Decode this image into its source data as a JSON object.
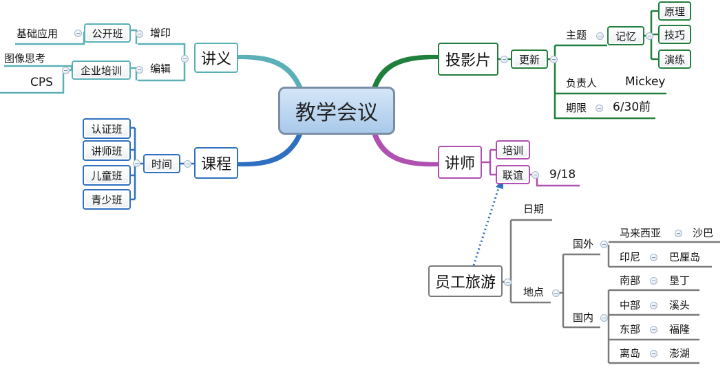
{
  "center": "教学会议",
  "branches": {
    "jiangyi": {
      "label": "讲义",
      "zengyin": {
        "label": "增印",
        "gongkaiban": "公开班",
        "jichu": "基础应用"
      },
      "bianji": {
        "label": "编辑",
        "qiye": "企业培训",
        "tuxiang": "图像思考",
        "cps": "CPS"
      }
    },
    "kecheng": {
      "label": "课程",
      "shijian": "时间",
      "items": [
        "认证班",
        "讲师班",
        "儿童班",
        "青少班"
      ]
    },
    "touyingpian": {
      "label": "投影片",
      "gengxin": "更新",
      "zhuti": "主题",
      "jiyi": "记忆",
      "jiyi_items": [
        "原理",
        "技巧",
        "演练"
      ],
      "fuzeren": "负责人",
      "fuzeren_value": "Mickey",
      "qixian": "期限",
      "qixian_value": "6/30前"
    },
    "jiangshi": {
      "label": "讲师",
      "peixun": "培训",
      "lianyi": "联谊",
      "lianyi_date": "9/18"
    },
    "lvyou": {
      "label": "员工旅游",
      "riqi": "日期",
      "didian": "地点",
      "guowai": "国外",
      "malaixiya": "马来西亚",
      "shaba": "沙巴",
      "yinni": "印尼",
      "balidao": "巴厘岛",
      "guonei": "国内",
      "nanbu": "南部",
      "kending": "垦丁",
      "zhongbu": "中部",
      "xitou": "溪头",
      "dongbu": "东部",
      "fulong": "福隆",
      "lidao": "离岛",
      "penghu": "澎湖"
    }
  },
  "colors": {
    "jiangyi": "#5bb0b8",
    "kecheng": "#2f6fc0",
    "touyingpian": "#1f7f3c",
    "jiangshi": "#b050b0",
    "lvyou": "#7a7a7a",
    "arrow": "#2f6fc0"
  }
}
